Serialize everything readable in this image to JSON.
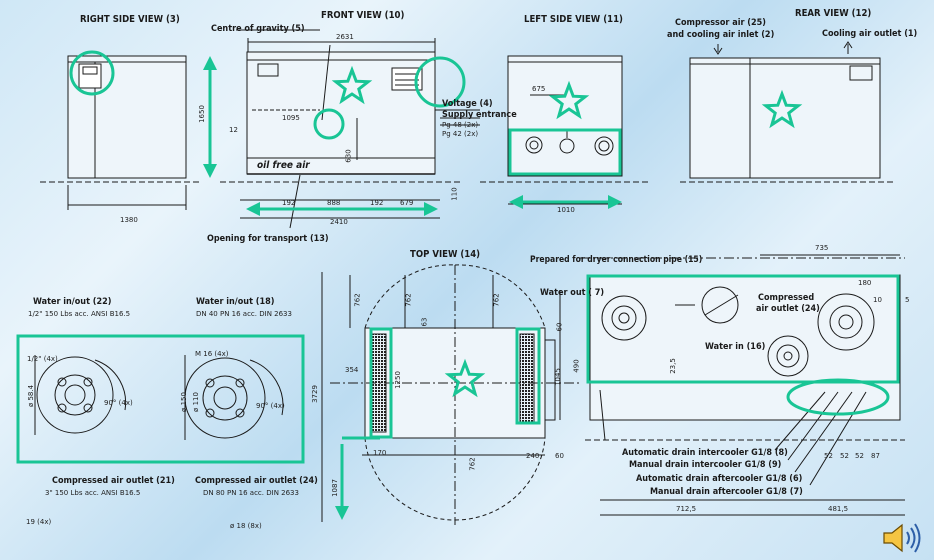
{
  "views": {
    "right_side": "RIGHT SIDE VIEW (3)",
    "front": "FRONT VIEW (10)",
    "left_side": "LEFT SIDE VIEW (11)",
    "rear": "REAR VIEW (12)",
    "top": "TOP VIEW (14)"
  },
  "labels": {
    "centre_gravity": "Centre of gravity (5)",
    "compressor_air_1": "Compressor air (25)",
    "compressor_air_2": "and cooling air inlet (2)",
    "cooling_outlet": "Cooling air outlet (1)",
    "voltage": "Voltage (4)",
    "supply_entrance": "Supply entrance",
    "pg48": "Pg 48  (2x)",
    "pg42": "Pg 42  (2x)",
    "opening_transport": "Opening for transport (13)",
    "oil_free_air": "oil free air",
    "water_22": "Water in/out (22)",
    "water_22_spec": "1/2\"  150 Lbs acc. ANSI B16.5",
    "water_18": "Water in/out (18)",
    "water_18_spec": "DN 40  PN 16 acc. DIN 2633",
    "m16": "M 16  (4x)",
    "half_inch": "1/2\"  (4x)",
    "comp_21": "Compressed air outlet (21)",
    "comp_21_spec": "3\"  150 Lbs acc. ANSI B16.5",
    "comp_24": "Compressed air outlet (24)",
    "comp_24_spec": "DN 80  PN 16 acc. DIN 2633",
    "hole_19": "19  (4x)",
    "hole_18": "ø 18  (8x)",
    "dryer_pipe": "Prepared for dryer connection pipe (15)",
    "water_out": "Water out ( 7)",
    "comp_outlet_24_1": "Compressed",
    "comp_outlet_24_2": "air outlet (24)",
    "water_in": "Water in (16)",
    "drain_8": "Automatic drain intercooler G1/8 (8)",
    "drain_9": "Manual drain intercooler G1/8 (9)",
    "drain_6": "Automatic drain aftercooler G1/8 (6)",
    "drain_7": "Manual drain aftercooler G1/8 (7)"
  },
  "dims": {
    "d1650": "1650",
    "d1380": "1380",
    "d2631": "2631",
    "d1095": "1095",
    "d12": "12",
    "d630": "630",
    "d192a": "192",
    "d888": "888",
    "d192b": "192",
    "d679": "679",
    "d2410": "2410",
    "d110": "110",
    "d675": "675",
    "d1010": "1010",
    "d762a": "762",
    "d762b": "762",
    "d762c": "762",
    "d762d": "762",
    "d3729": "3729",
    "d354": "354",
    "d1250": "1250",
    "d1045": "1045",
    "d63": "63",
    "d60a": "60",
    "d60b": "60",
    "d170": "170",
    "d240": "240",
    "d1087": "1087",
    "d735": "735",
    "d180": "180",
    "d10": "10",
    "d5": "5",
    "d490": "490",
    "d23_5": "23,5",
    "d52a": "52",
    "d52b": "52",
    "d52c": "52",
    "d87": "87",
    "d712_5": "712,5",
    "d481_5": "481,5",
    "d58_4": "ø 58.4",
    "d150": "ø 150",
    "d110b": "ø 110",
    "a90a": "90° (4x)",
    "a90b": "90° (4x)"
  },
  "colors": {
    "highlight": "#19c595",
    "line": "#1a1a1a",
    "bg": "#d5eaf7"
  },
  "icons": {
    "speaker": "speaker-icon"
  }
}
